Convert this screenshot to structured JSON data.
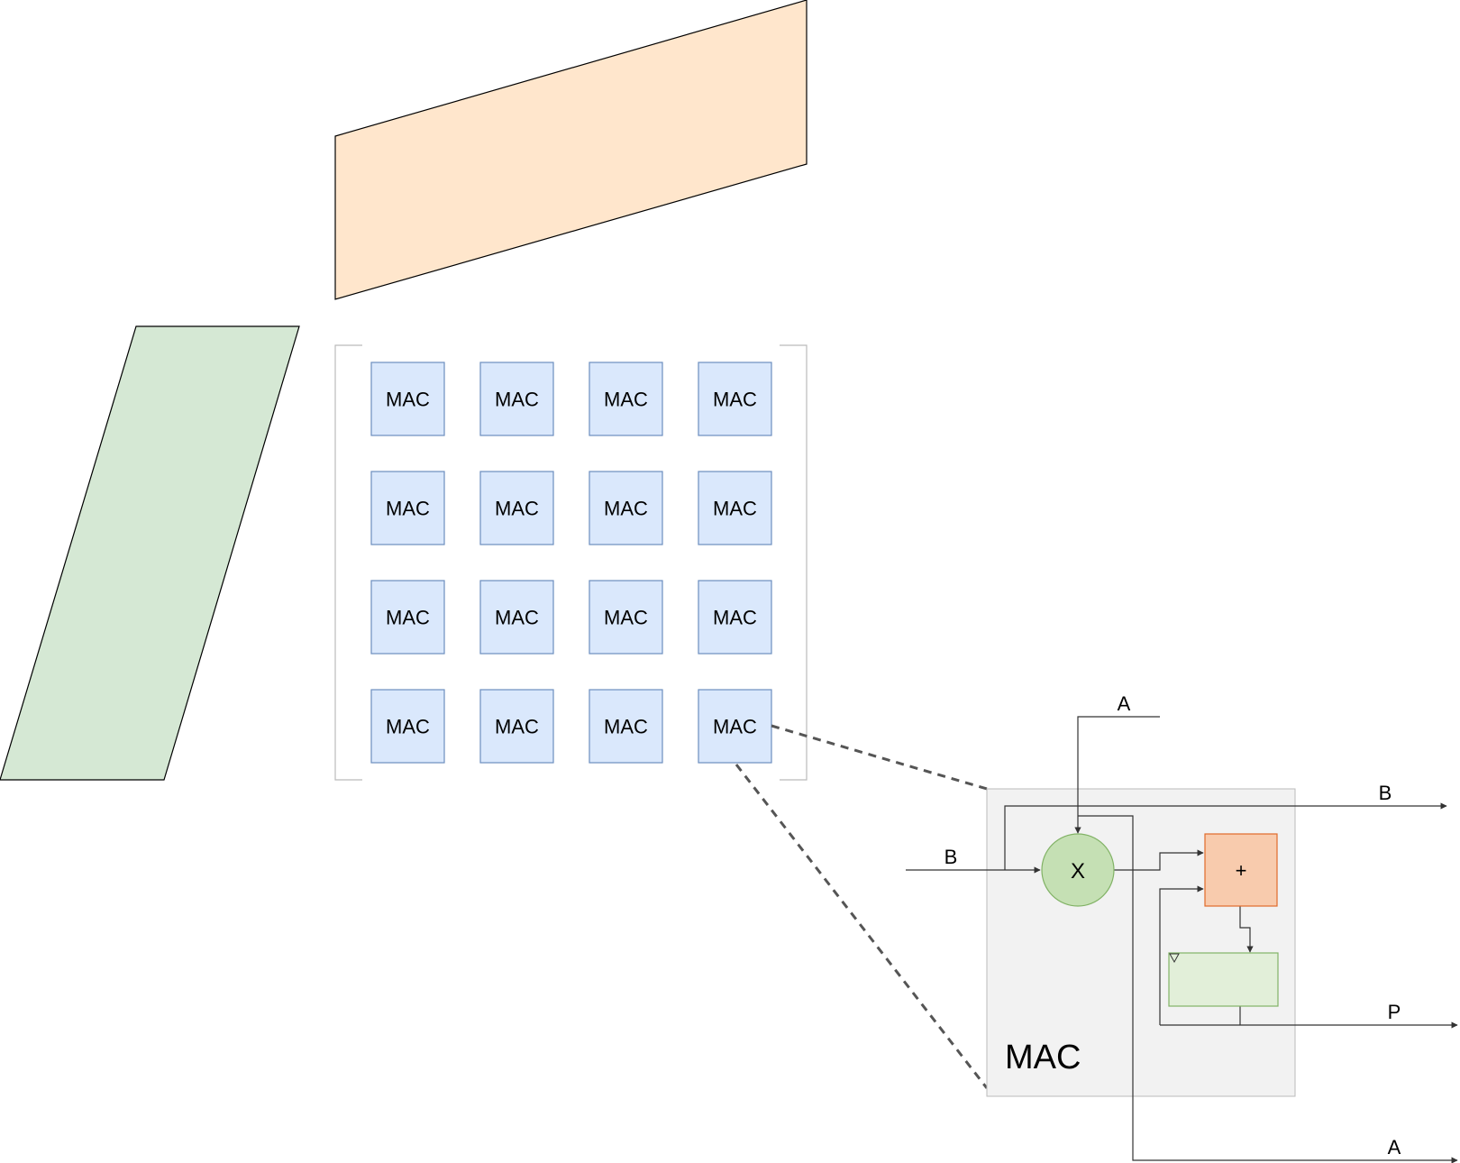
{
  "mac_grid": {
    "rows": [
      [
        "MAC",
        "MAC",
        "MAC",
        "MAC"
      ],
      [
        "MAC",
        "MAC",
        "MAC",
        "MAC"
      ],
      [
        "MAC",
        "MAC",
        "MAC",
        "MAC"
      ],
      [
        "MAC",
        "MAC",
        "MAC",
        "MAC"
      ]
    ]
  },
  "mac_detail": {
    "title": "MAC",
    "multiplier_symbol": "X",
    "adder_symbol": "+",
    "signals": {
      "a_in": "A",
      "b_in": "B",
      "b_out": "B",
      "p_out": "P",
      "a_out": "A"
    }
  },
  "colors": {
    "top_parallelogram": "#ffe6cc",
    "left_parallelogram": "#d5e8d4",
    "mac_cell_fill": "#dae8fc",
    "mac_cell_stroke": "#6c8ebf",
    "mac_box_fill": "#f2f2f2",
    "multiplier_fill": "#c5e0b4",
    "adder_fill": "#f8cbad",
    "register_fill": "#e2efd9"
  }
}
